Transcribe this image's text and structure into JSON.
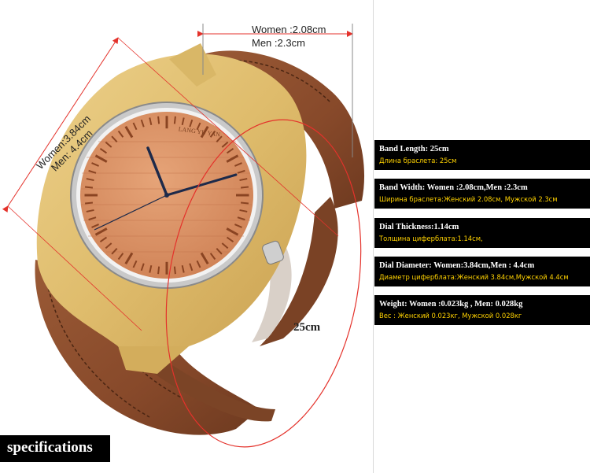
{
  "dimensions": {
    "women_width": "Women :2.08cm",
    "men_width": "Men :2.3cm",
    "women_diameter": "Women:3.84cm",
    "men_diameter": "Men: 4.4cm",
    "band_length": "25cm"
  },
  "dial": {
    "brand": "LANG YU YAN"
  },
  "specs": [
    {
      "en": "Band Length: 25cm",
      "ru": "Длина браслета: 25см"
    },
    {
      "en": "Band Width: Women :2.08cm,Men :2.3cm",
      "ru": "Ширина браслета:Женский 2.08см, Мужской 2.3см"
    },
    {
      "en": "Dial Thickness:1.14cm",
      "ru": "Толщина циферблата:1.14см,"
    },
    {
      "en": "Dial Diameter: Women:3.84cm,Men : 4.4cm",
      "ru": "Диаметр циферблата:Женский 3.84см,Мужской 4.4см"
    },
    {
      "en": "Weight: Women :0.023kg , Men: 0.028kg",
      "ru": "Вес : Женский 0.023кг, Мужской 0.028кг"
    }
  ],
  "badge": "specifications",
  "colors": {
    "bamboo": "#e3c274",
    "leather": "#8b4e2c",
    "accent_red": "#e4322b",
    "spec_bg": "#000000",
    "spec_en": "#ffffff",
    "spec_ru": "#ffd200"
  }
}
